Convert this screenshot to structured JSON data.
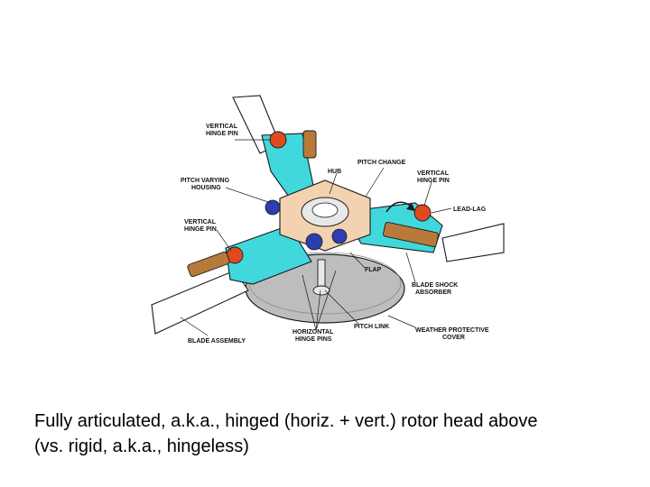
{
  "diagram": {
    "labels": {
      "vertical_hinge_pin_top": [
        "VERTICAL",
        "HINGE PIN"
      ],
      "pitch_varying_housing": [
        "PITCH VARYING",
        "HOUSING"
      ],
      "vertical_hinge_pin_left": [
        "VERTICAL",
        "HINGE PIN"
      ],
      "hub": "HUB",
      "pitch_change": "PITCH CHANGE",
      "vertical_hinge_pin_right": [
        "VERTICAL",
        "HINGE PIN"
      ],
      "lead_lag": "LEAD-LAG",
      "flap": "FLAP",
      "blade_shock_absorber": [
        "BLADE SHOCK",
        "ABSORBER"
      ],
      "pitch_link": "PITCH LINK",
      "weather_protective_cover": [
        "WEATHER PROTECTIVE",
        "COVER"
      ],
      "horizontal_hinge_pins": [
        "HORIZONTAL",
        "HINGE PINS"
      ],
      "blade_assembly": "BLADE ASSEMBLY"
    },
    "colors": {
      "hub_body": "#40d8dc",
      "damper": "#b87a3a",
      "hinge_pin": "#e04a1e",
      "center_plate": "#f2d2b0",
      "bearing": "#2c3fb0",
      "cover": "#bdbdbd",
      "outline": "#1a1a1a"
    }
  },
  "caption": {
    "line1": "Fully articulated, a.k.a., hinged (horiz. + vert.) rotor head above",
    "line2": "(vs. rigid, a.k.a., hingeless)"
  }
}
